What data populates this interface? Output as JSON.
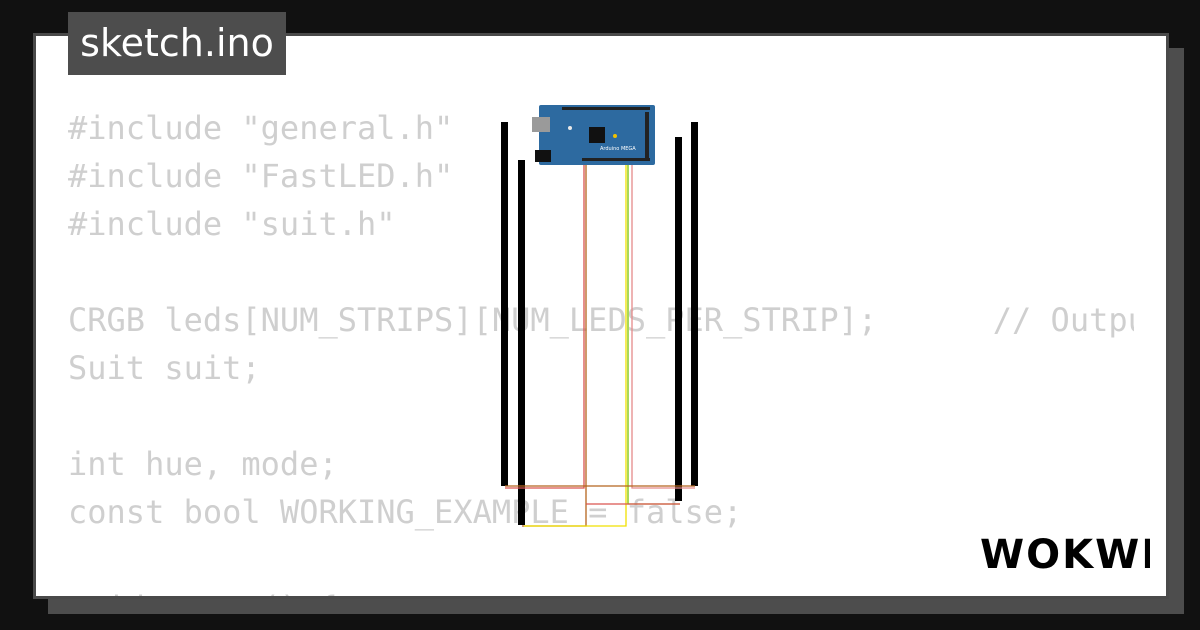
{
  "tab": {
    "filename": "sketch.ino"
  },
  "code": {
    "lines": [
      "#include \"general.h\"",
      "#include \"FastLED.h\"",
      "#include \"suit.h\"",
      "",
      "CRGB leds[NUM_STRIPS][NUM_LEDS_PER_STRIP];      // Outpu",
      "Suit suit;",
      "",
      "int hue, mode;",
      "const bool WORKING_EXAMPLE = false;",
      "",
      "void setup() {"
    ]
  },
  "board": {
    "label": "Arduino MEGA",
    "color": "#2d6aa0"
  },
  "brand": {
    "logo": "WOKWI"
  },
  "colors": {
    "background": "#111111",
    "card": "#ffffff",
    "tab": "#4d4d4d",
    "code": "#cfcfcf",
    "strip": "#000000",
    "wire_red": "#d9534f",
    "wire_brown": "#b5651d",
    "wire_yellow": "#f0e000",
    "wire_green": "#7cc400",
    "wire_pink": "#e58a8a"
  },
  "icons": {
    "brand": "wokwi-logo",
    "board": "arduino-mega-icon"
  }
}
